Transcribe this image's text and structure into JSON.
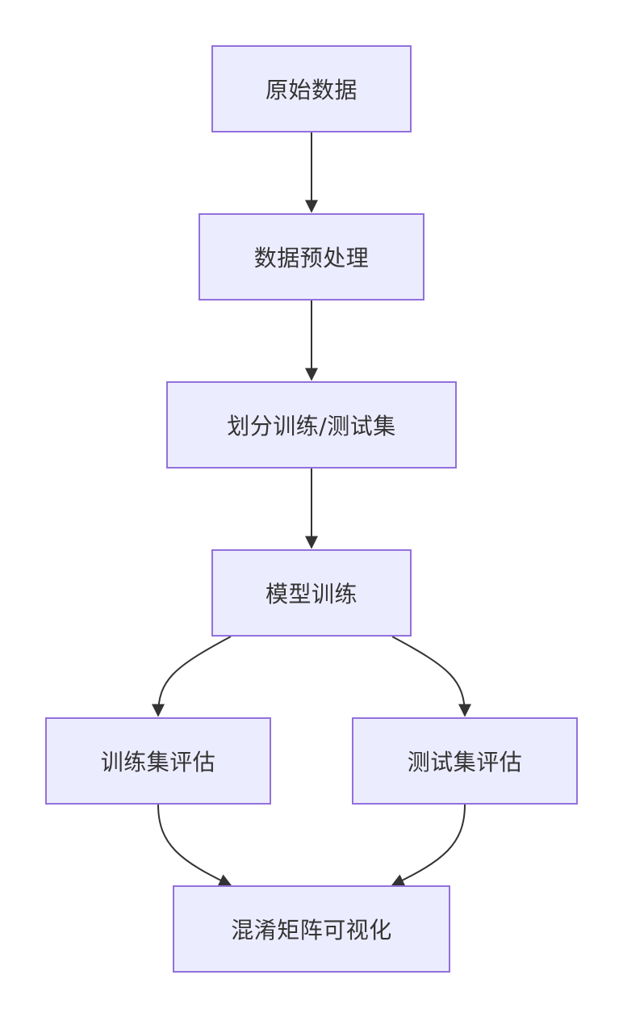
{
  "colors": {
    "node_fill": "#ECECFF",
    "node_border": "#9370DB",
    "edge": "#333333",
    "text": "#333333"
  },
  "nodes": {
    "raw_data": "原始数据",
    "preprocess": "数据预处理",
    "split": "划分训练/测试集",
    "train": "模型训练",
    "train_eval": "训练集评估",
    "test_eval": "测试集评估",
    "confusion_matrix": "混淆矩阵可视化"
  },
  "edges": [
    {
      "from": "raw_data",
      "to": "preprocess"
    },
    {
      "from": "preprocess",
      "to": "split"
    },
    {
      "from": "split",
      "to": "train"
    },
    {
      "from": "train",
      "to": "train_eval"
    },
    {
      "from": "train",
      "to": "test_eval"
    },
    {
      "from": "train_eval",
      "to": "confusion_matrix"
    },
    {
      "from": "test_eval",
      "to": "confusion_matrix"
    }
  ]
}
